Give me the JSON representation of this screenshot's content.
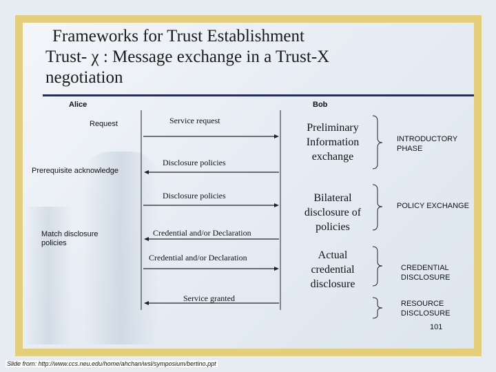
{
  "title": {
    "line1": "Frameworks for Trust Establishment",
    "line2": "Trust- χ : Message exchange in  a Trust-X",
    "line3": "negotiation"
  },
  "parties": {
    "left": "Alice",
    "right": "Bob"
  },
  "alice_steps": {
    "request": "Request",
    "prerequisite": "Prerequisite acknowledge",
    "match": "Match disclosure policies"
  },
  "messages": {
    "service_request": "Service request",
    "disclosure_policies_1": "Disclosure policies",
    "disclosure_policies_2": "Disclosure policies",
    "credential_1": "Credential and/or  Declaration",
    "credential_2": "Credential and/or Declaration",
    "service_granted": "Service granted"
  },
  "phases": {
    "p1_desc": "Preliminary Information exchange",
    "p1_name": "INTRODUCTORY PHASE",
    "p2_desc": "Bilateral disclosure of policies",
    "p2_name": "POLICY EXCHANGE",
    "p3_desc": "Actual credential disclosure",
    "p3_name": "CREDENTIAL DISCLOSURE",
    "p4_name": "RESOURCE DISCLOSURE"
  },
  "page_number": "101",
  "footer": "Slide from: http://www.ccs.neu.edu/home/ahchan/wsl/symposium/bertino.ppt",
  "colors": {
    "frame": "#e3cf7b",
    "title_rule": "#1e2c78",
    "background": "#e6ecf2"
  }
}
